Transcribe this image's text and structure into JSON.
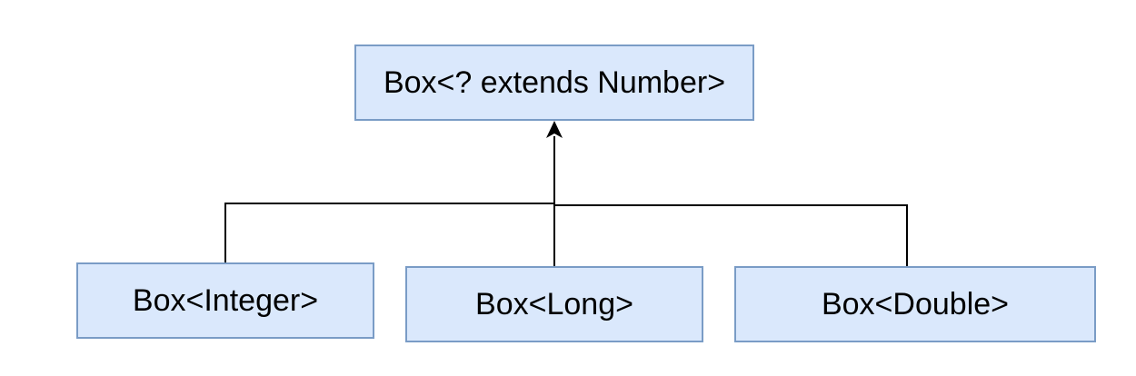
{
  "diagram": {
    "parent": {
      "label": "Box<? extends Number>"
    },
    "children": [
      {
        "label": "Box<Integer>"
      },
      {
        "label": "Box<Long>"
      },
      {
        "label": "Box<Double>"
      }
    ]
  },
  "colors": {
    "node_fill": "#dae8fc",
    "node_border": "#7a9cc6",
    "connector": "#000000"
  }
}
